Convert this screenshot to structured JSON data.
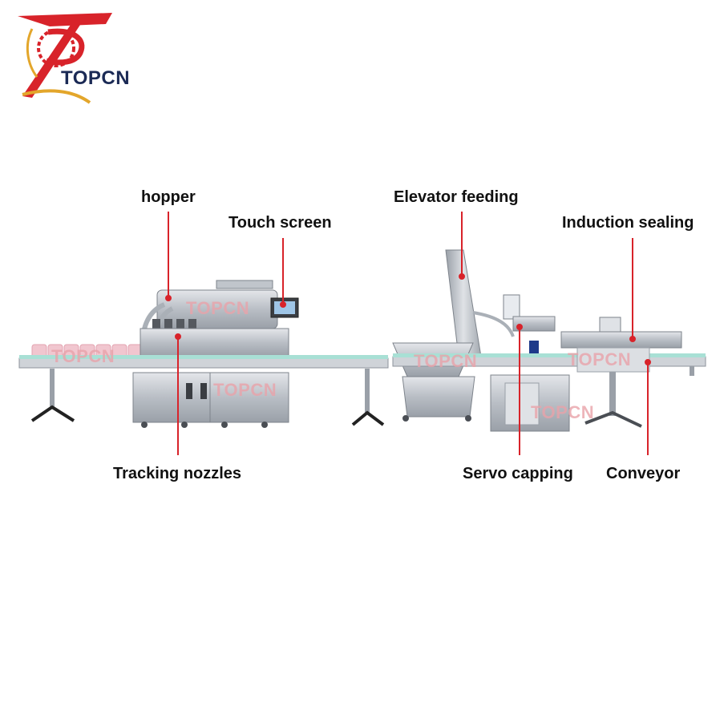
{
  "brand": {
    "logo_text": "TOPCN",
    "watermark": "TOPCN",
    "accent": "#d8232a"
  },
  "labels": {
    "hopper": "hopper",
    "touch_screen": "Touch screen",
    "elevator_feeding": "Elevator feeding",
    "induction_sealing": "Induction sealing",
    "tracking_nozzles": "Tracking nozzles",
    "servo_capping": "Servo capping",
    "conveyor": "Conveyor"
  },
  "colors": {
    "steel": "#c9ccd1",
    "steel_dark": "#8d939b",
    "conveyor_glass": "#a8e0d5",
    "bottle": "#f1c6cf"
  }
}
